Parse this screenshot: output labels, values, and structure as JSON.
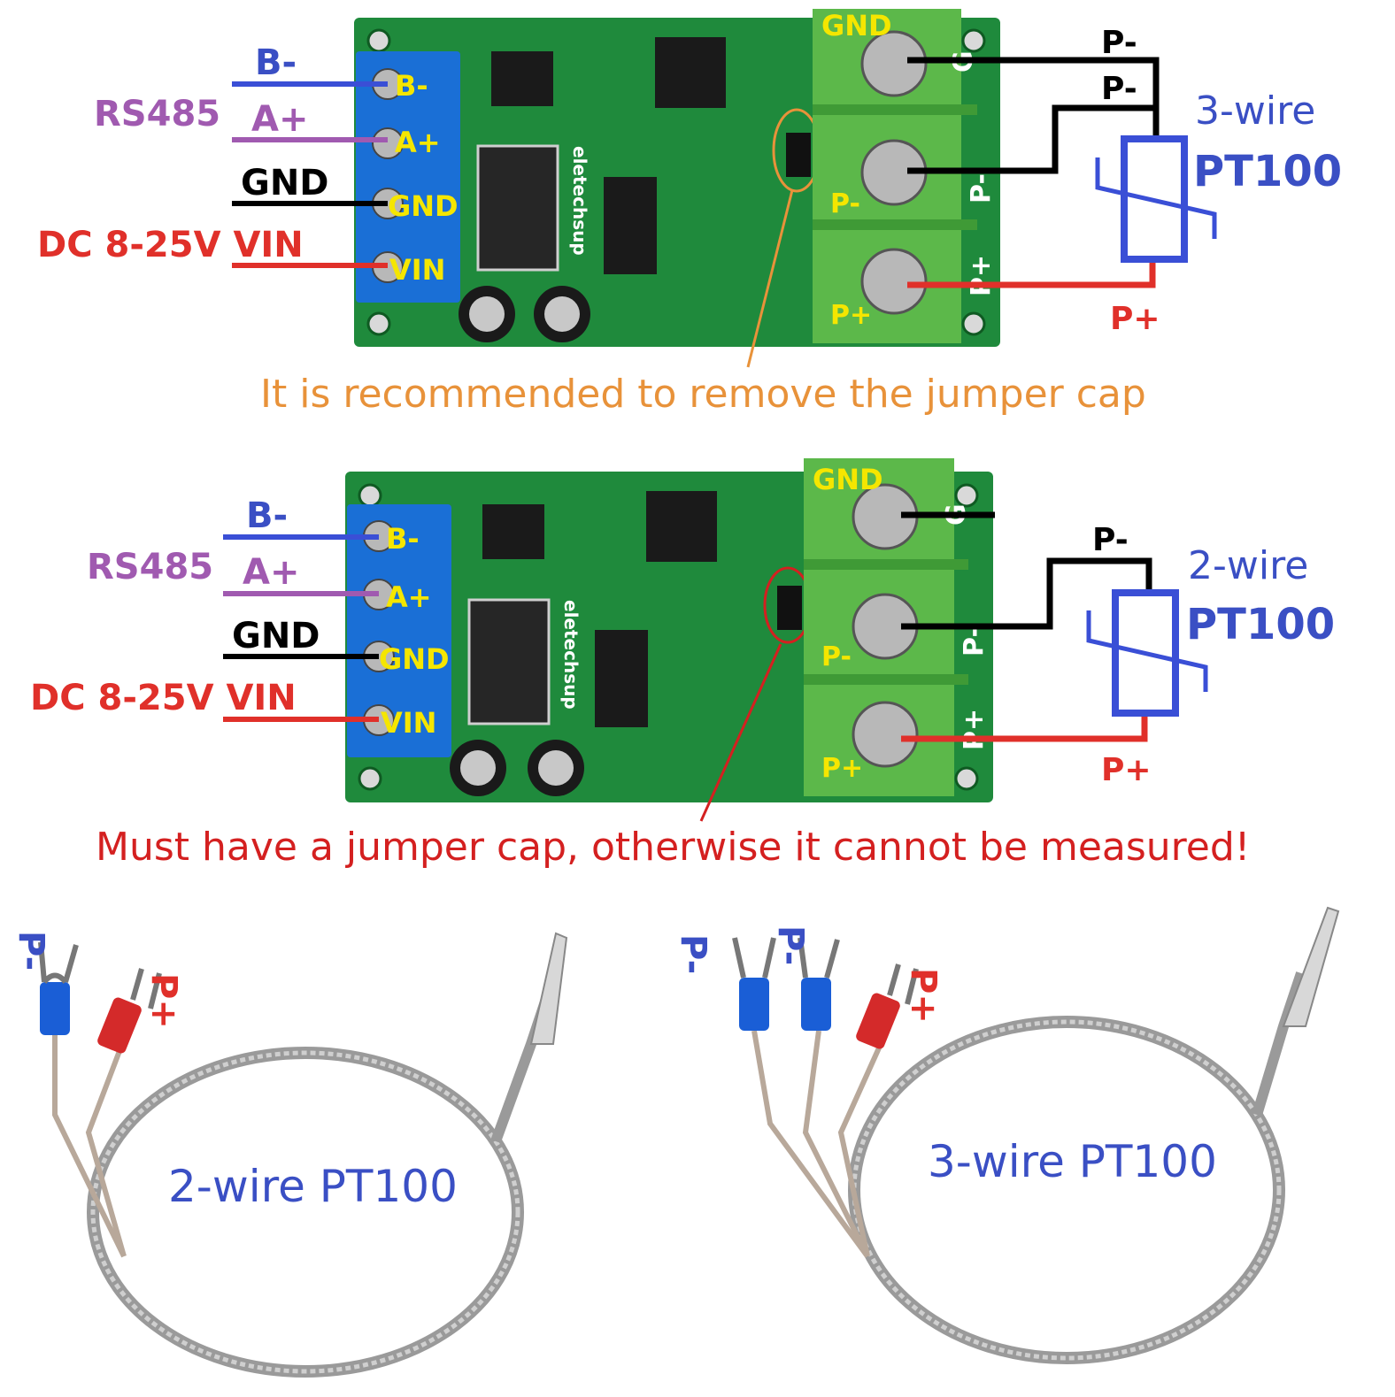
{
  "colors": {
    "blue_label": "#3a4fc4",
    "purple_label": "#a05ab0",
    "black_label": "#000000",
    "red_label": "#e0302a",
    "orange_label": "#e8923a",
    "yellow_silk": "#f5e600",
    "pcb_green": "#1f8a3c",
    "terminal_green": "#5cb84a",
    "terminal_blue": "#1a6fd6",
    "resistor_blue": "#3a4fd6",
    "annotation_red": "#d42020"
  },
  "board1": {
    "labels": {
      "b_minus": "B-",
      "rs485": "RS485",
      "a_plus": "A+",
      "gnd": "GND",
      "dc_vin": "DC 8-25V VIN"
    },
    "screw_labels": [
      "B-",
      "A+",
      "GND",
      "VIN"
    ],
    "right_terminal_labels": [
      "GND",
      "P-",
      "P+"
    ],
    "side_silk": [
      "G",
      "P-",
      "P+"
    ],
    "probe_labels": {
      "p_minus_top": "P-",
      "p_minus_second": "P-",
      "p_plus": "P+"
    },
    "sensor": {
      "wire_type": "3-wire",
      "model": "PT100"
    },
    "note": "It is recommended to remove the jumper cap",
    "brand": "eletechsup"
  },
  "board2": {
    "labels": {
      "b_minus": "B-",
      "rs485": "RS485",
      "a_plus": "A+",
      "gnd": "GND",
      "dc_vin": "DC 8-25V VIN"
    },
    "screw_labels": [
      "B-",
      "A+",
      "GND",
      "VIN"
    ],
    "right_terminal_labels": [
      "GND",
      "P-",
      "P+"
    ],
    "side_silk": [
      "G",
      "P-",
      "P+"
    ],
    "probe_labels": {
      "p_minus": "P-",
      "p_plus": "P+"
    },
    "sensor": {
      "wire_type": "2-wire",
      "model": "PT100"
    },
    "note": "Must have a jumper cap, otherwise it cannot be measured!",
    "brand": "eletechsup"
  },
  "probe_left": {
    "p_minus": "P-",
    "p_plus": "P+",
    "caption": "2-wire PT100"
  },
  "probe_right": {
    "p_minus_1": "P-",
    "p_minus_2": "P-",
    "p_plus": "P+",
    "caption": "3-wire PT100"
  }
}
